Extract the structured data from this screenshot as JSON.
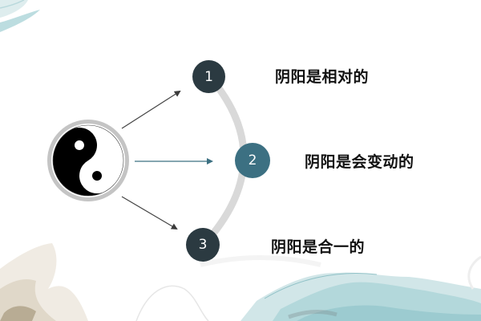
{
  "slide": {
    "center_symbol": "yin-yang-icon",
    "colors": {
      "dark_circle": "#2b3a41",
      "accent_circle": "#3c7082",
      "arc": "#d9d9d9",
      "arrow_dark": "#444444",
      "arrow_accent": "#3c7082",
      "ring": "#c4c4c4",
      "decor_teal": "#8cc3c8"
    },
    "items": [
      {
        "number": "1",
        "text": "阴阳是相对的",
        "style": "dark"
      },
      {
        "number": "2",
        "text": "阴阳是会变动的",
        "style": "accent"
      },
      {
        "number": "3",
        "text": "阴阳是合一的",
        "style": "dark"
      }
    ]
  }
}
